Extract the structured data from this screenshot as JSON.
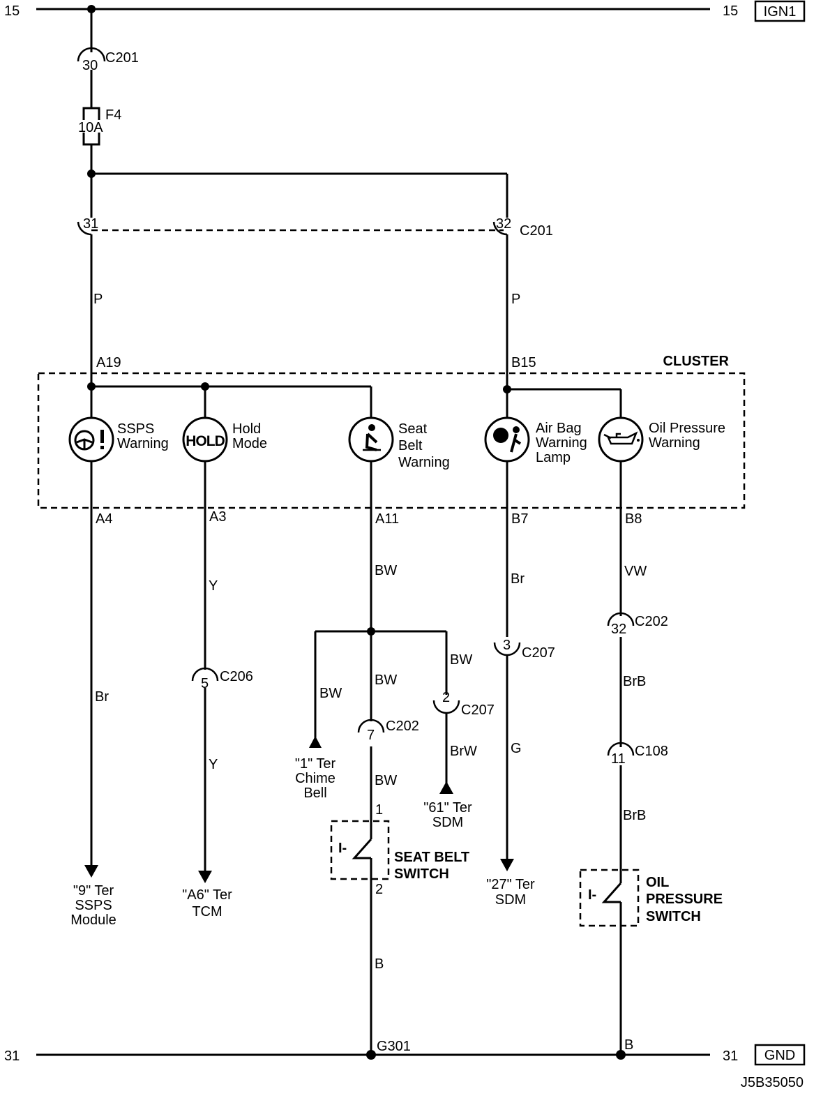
{
  "rails": {
    "top": {
      "left_num": "15",
      "right_num": "15",
      "tag": "IGN1"
    },
    "bottom": {
      "left_num": "31",
      "right_num": "31",
      "tag": "GND"
    }
  },
  "fuse": {
    "name": "F4",
    "rating": "10A"
  },
  "connectors": {
    "c201_top_pin": "30",
    "c201_top": "C201",
    "c201_left_pin": "31",
    "c201_right_pin": "32",
    "c201_mid": "C201",
    "c206_pin": "5",
    "c206": "C206",
    "c202_sb_pin": "7",
    "c202_sb": "C202",
    "c207_chime_pin": "2",
    "c207_chime": "C207",
    "c207_air_pin": "3",
    "c207_air": "C207",
    "c202_oil_pin": "32",
    "c202_oil": "C202",
    "c108_pin": "11",
    "c108": "C108"
  },
  "wires": {
    "p_left": "P",
    "p_right": "P",
    "br_ssps": "Br",
    "y1": "Y",
    "y2": "Y",
    "bw_a11": "BW",
    "bw_chime": "BW",
    "bw_c202": "BW",
    "bw_c207": "BW",
    "brw": "BrW",
    "bw_sw": "BW",
    "b_sw": "B",
    "br_air": "Br",
    "g_air": "G",
    "vw": "VW",
    "brb1": "BrB",
    "brb2": "BrB"
  },
  "cluster": {
    "label": "CLUSTER",
    "pin_a19": "A19",
    "pin_b15": "B15",
    "pin_a4": "A4",
    "pin_a3": "A3",
    "pin_a11": "A11",
    "pin_b7": "B7",
    "pin_b8": "B8",
    "lamps": {
      "ssps": [
        "SSPS",
        "Warning"
      ],
      "hold": [
        "Hold",
        "Mode"
      ],
      "hold_icon": "HOLD",
      "seat": [
        "Seat",
        "Belt",
        "Warning"
      ],
      "air": [
        "Air Bag",
        "Warning",
        "Lamp"
      ],
      "oil": [
        "Oil Pressure",
        "Warning"
      ]
    }
  },
  "destinations": {
    "ssps": [
      "\"9\" Ter",
      "SSPS",
      "Module"
    ],
    "tcm": [
      "\"A6\" Ter",
      "TCM"
    ],
    "chime": [
      "\"1\" Ter",
      "Chime",
      "Bell"
    ],
    "sdm61": [
      "\"61\" Ter",
      "SDM"
    ],
    "sdm27": [
      "\"27\" Ter",
      "SDM"
    ]
  },
  "switches": {
    "seat_belt": {
      "label": [
        "SEAT BELT",
        "SWITCH"
      ],
      "pin_top": "1",
      "pin_bottom": "2",
      "contact": "I-"
    },
    "oil": {
      "label": [
        "OIL",
        "PRESSURE",
        "SWITCH"
      ],
      "contact": "I-"
    }
  },
  "grounds": {
    "g301": "G301",
    "b": "B"
  },
  "doc_id": "J5B35050"
}
